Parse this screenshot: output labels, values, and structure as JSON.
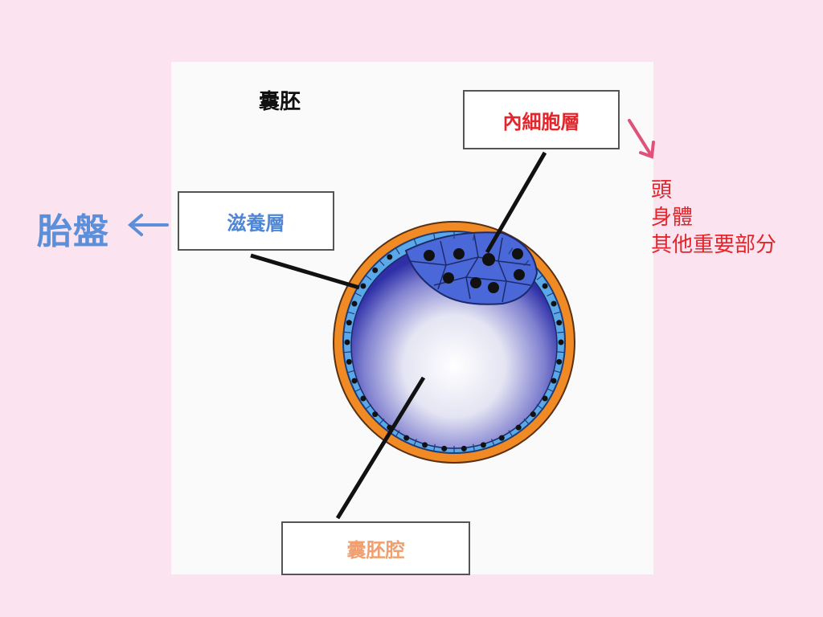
{
  "title": "囊胚",
  "labels": {
    "inner_cell_mass": "內細胞層",
    "trophoblast": "滋養層",
    "blastocoel": "囊胚腔"
  },
  "side": {
    "placenta": "胎盤",
    "embryo_parts": [
      "頭",
      "身體",
      "其他重要部分"
    ]
  },
  "colors": {
    "background": "#fbe4ef",
    "inner_cell_mass_text": "#e2262b",
    "trophoblast_text": "#4f87d6",
    "blastocoel_text": "#f0a070",
    "placenta_text": "#5b8fd9",
    "embryo_text": "#e2262b",
    "zona": "#f08a24",
    "cell_layer": "#5aa8e8",
    "inner_cells": "#4a68d8",
    "cavity": "#2e2fa8",
    "pink_arrow": "#e0527a",
    "blue_arrow": "#5b8fd9"
  },
  "icons": [
    "arrow-left-icon",
    "arrow-down-right-icon"
  ]
}
